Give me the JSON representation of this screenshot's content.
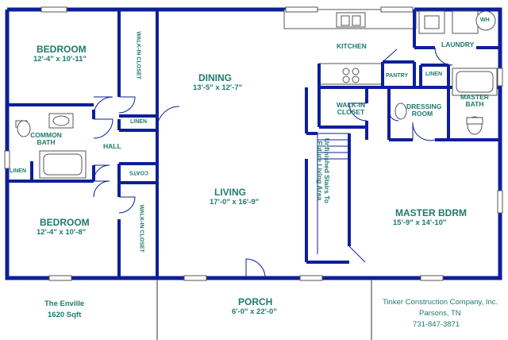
{
  "plan": {
    "name": "The Enville",
    "area": "1620 Sqft",
    "builder": "Tinker Construction Company, Inc.",
    "location": "Parsons, TN",
    "phone": "731-847-3871"
  },
  "rooms": {
    "bedroom1": {
      "name": "BEDROOM",
      "dims": "12'-4\" x 10'-11\""
    },
    "walkin_closet_1": {
      "name": "WALK-IN CLOSET"
    },
    "dining": {
      "name": "DINING",
      "dims": "13'-5\" x 12'-7\""
    },
    "kitchen": {
      "name": "KITCHEN"
    },
    "laundry": {
      "name": "LAUNDRY"
    },
    "wh": {
      "name": "WH"
    },
    "pantry": {
      "name": "PANTRY"
    },
    "linen_master": {
      "name": "LINEN"
    },
    "master_bath": {
      "name": "MASTER BATH"
    },
    "walkin_closet_master": {
      "name": "WALK-IN CLOSET"
    },
    "dressing_room": {
      "name": "DRESSING ROOM"
    },
    "linen_hall": {
      "name": "LINEN"
    },
    "common_bath": {
      "name": "COMMON BATH"
    },
    "hall": {
      "name": "HALL"
    },
    "linen_bath": {
      "name": "LINEN"
    },
    "coats": {
      "name": "COATS"
    },
    "living": {
      "name": "LIVING",
      "dims": "17'-0\" x 16'-9\""
    },
    "stairs": {
      "name": "Unfinished Stairs To Future Living Area"
    },
    "master_bdrm": {
      "name": "MASTER BDRM",
      "dims": "15'-9\" x 14'-10\""
    },
    "bedroom2": {
      "name": "BEDROOM",
      "dims": "12'-4\" x 10'-8\""
    },
    "walkin_closet_2": {
      "name": "WALK-IN CLOSET"
    },
    "porch": {
      "name": "PORCH",
      "dims": "6'-0\" x 22'-0\""
    }
  },
  "colors": {
    "wall": "#0d1f9a",
    "label": "#1e7a6e",
    "fixture": "#555555"
  }
}
